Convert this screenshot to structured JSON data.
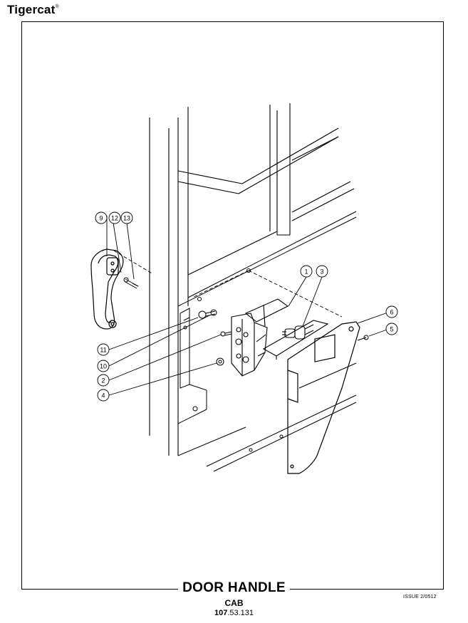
{
  "header": {
    "brand": "Tigercat",
    "brand_mark": "®"
  },
  "footer": {
    "title": "DOOR HANDLE",
    "subtitle": "CAB",
    "part_number_bold": "107",
    "part_number_rest": ".53.131",
    "issue": "ISSUE 2/0512"
  },
  "callouts": [
    "1",
    "2",
    "3",
    "4",
    "5",
    "6",
    "9",
    "10",
    "11",
    "12",
    "13"
  ]
}
